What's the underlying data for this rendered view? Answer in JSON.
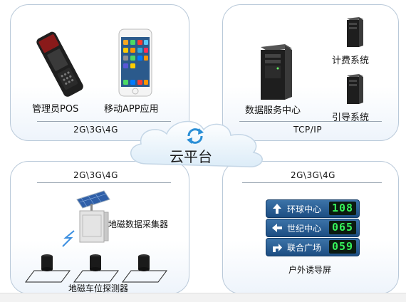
{
  "top_left": {
    "pos_label": "管理员POS",
    "app_label": "移动APP应用",
    "network": "2G\\3G\\4G"
  },
  "top_right": {
    "data_center": "数据服务中心",
    "billing": "计费系统",
    "guidance": "引导系统",
    "network": "TCP/IP"
  },
  "cloud": {
    "label": "云平台"
  },
  "bottom_left": {
    "network": "2G\\3G\\4G",
    "collector": "地磁数据采集器",
    "detector": "地磁车位探测器"
  },
  "bottom_right": {
    "network": "2G\\3G\\4G",
    "screen_label": "户外诱导屏",
    "rows": [
      {
        "name": "环球中心",
        "count": "108",
        "icon": "arrow-up-icon"
      },
      {
        "name": "世纪中心",
        "count": "065",
        "icon": "arrow-left-icon"
      },
      {
        "name": "联合广场",
        "count": "059",
        "icon": "arrow-turn-right-icon"
      }
    ]
  },
  "colors": {
    "border": "#b9c9d9",
    "screen": "#1c4d82",
    "led": "#36f05a",
    "cloud": "#2b8fd6"
  }
}
